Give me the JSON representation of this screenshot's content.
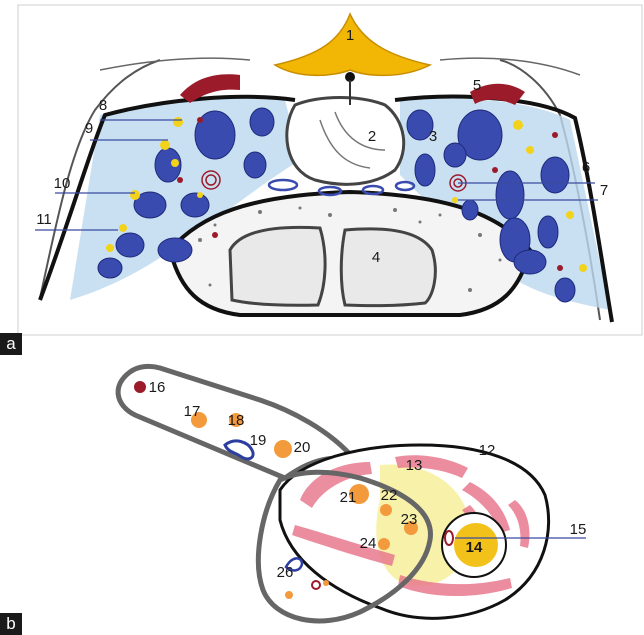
{
  "panels": {
    "a": "a",
    "b": "b"
  },
  "labels_a": [
    "1",
    "2",
    "3",
    "4",
    "5",
    "6",
    "7",
    "8",
    "9",
    "10",
    "11"
  ],
  "labels_b": [
    "12",
    "13",
    "14",
    "15",
    "16",
    "17",
    "18",
    "19",
    "20",
    "21",
    "22",
    "23",
    "24",
    "26"
  ],
  "colors": {
    "outline": "#1a1a1a",
    "bone_gray": "#6b6b6b",
    "ligament": "#f2b705",
    "nerve_blue": "#3a4bb0",
    "fat_blue": "#bcd8f0",
    "vessel_red": "#9b1b2a",
    "node_orange": "#f29a3c",
    "muscle_pink": "#e87a8f",
    "fat_yellow": "#f7ef9a"
  }
}
